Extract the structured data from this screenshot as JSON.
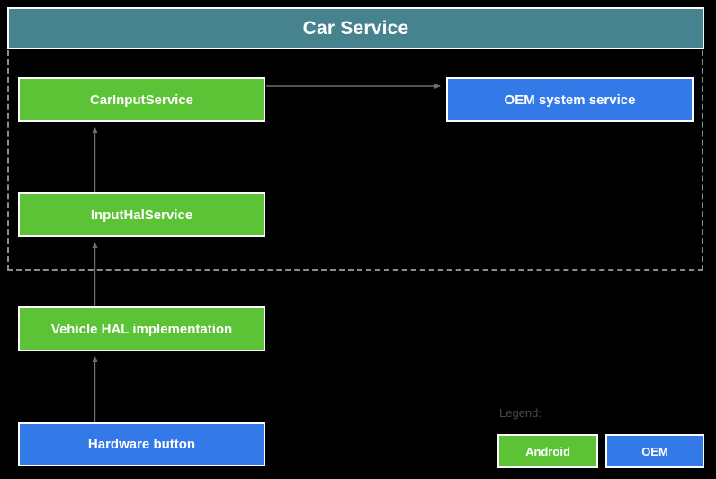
{
  "diagram": {
    "title": "Car Service",
    "title_bar_color": "#47828f",
    "android_color": "#5cc236",
    "oem_color": "#3379e8",
    "background_color": "#000000",
    "arrow_color": "#6e6e6e",
    "dashed_border_color": "#8d8d8d"
  },
  "nodes": {
    "car_input_service": {
      "label": "CarInputService",
      "type": "android"
    },
    "input_hal_service": {
      "label": "InputHalService",
      "type": "android"
    },
    "vehicle_hal": {
      "label": "Vehicle HAL implementation",
      "type": "android"
    },
    "hardware_button": {
      "label": "Hardware button",
      "type": "oem"
    },
    "oem_system_service": {
      "label": "OEM system service",
      "type": "oem"
    }
  },
  "legend": {
    "title": "Legend:",
    "items": [
      {
        "label": "Android",
        "color": "#5cc236"
      },
      {
        "label": "OEM",
        "color": "#3379e8"
      }
    ]
  }
}
